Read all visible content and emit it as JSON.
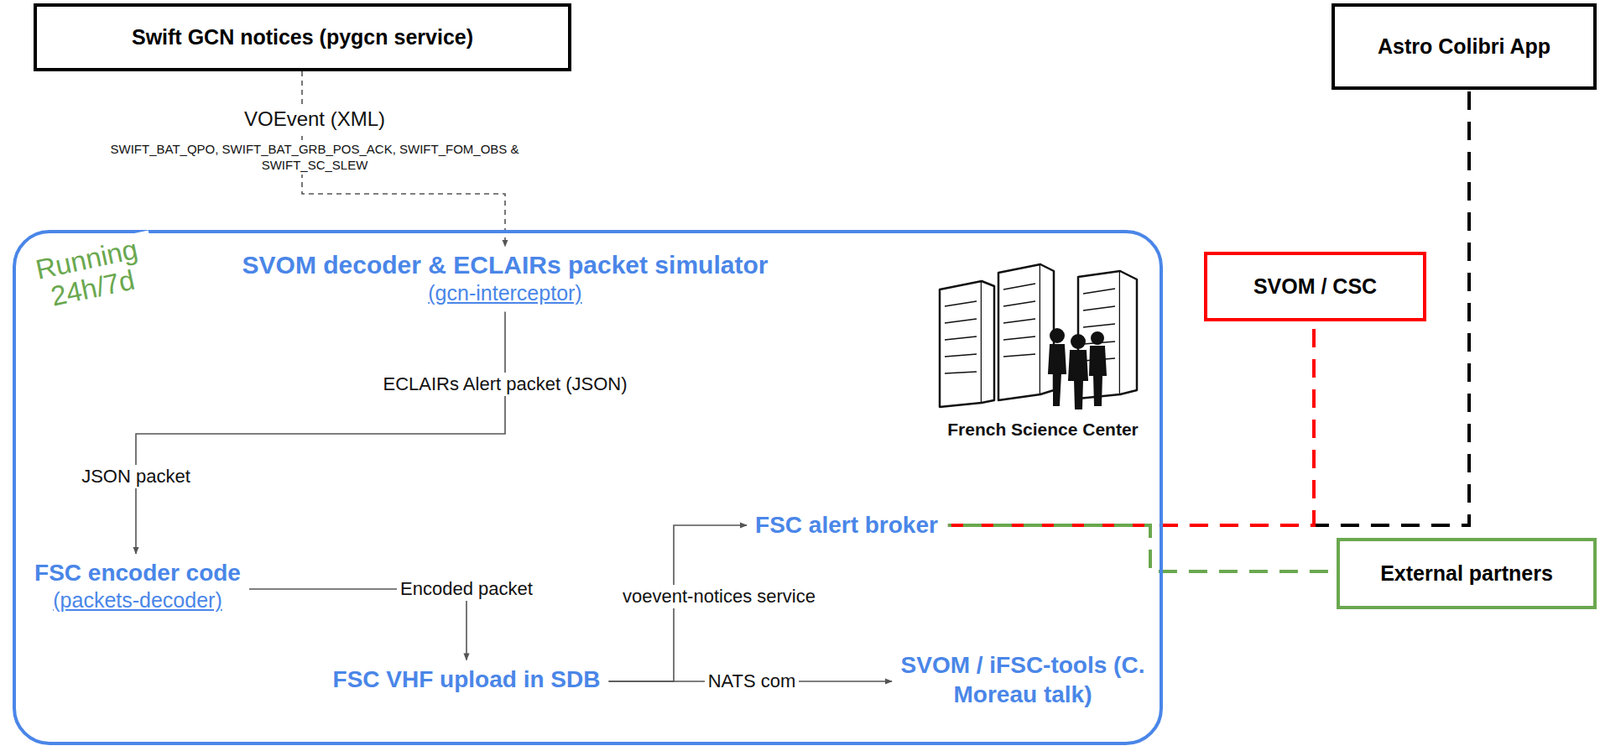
{
  "diagram": {
    "nodes": [
      {
        "text": [
          "Swift GCN notices (pygcn service)"
        ]
      },
      {
        "text": [
          "Astro Colibri App"
        ]
      },
      {
        "text": [
          "Running 24h/7d"
        ]
      },
      {
        "text": [
          "SVOM decoder & ECLAIRs packet simulator",
          "(gcn-interceptor)"
        ],
        "in": 2
      },
      {
        "text": [
          "FSC encoder code",
          "(packets-decoder)"
        ],
        "in": 2
      },
      {
        "text": [
          "FSC VHF upload in SDB"
        ],
        "in": 2
      },
      {
        "text": [
          "FSC alert broker"
        ],
        "in": 2
      },
      {
        "text": [
          "SVOM / iFSC-tools (C. Moreau talk)"
        ],
        "in": 2
      },
      {
        "text": [
          "SVOM / CSC"
        ]
      },
      {
        "text": [
          "External partners"
        ]
      }
    ],
    "edges": [
      {
        "from": 0,
        "to": 3,
        "label": "VOEvent (XML)",
        "arrow": "to"
      },
      {
        "from": 3,
        "to": 4,
        "label": "ECLAIRs Alert packet (JSON)",
        "arrow": "to"
      },
      {
        "from": 4,
        "to": 5,
        "label": "Encoded packet",
        "arrow": "to"
      },
      {
        "from": 5,
        "to": 6,
        "label": "voevent-notices service",
        "arrow": "to"
      },
      {
        "from": 5,
        "to": 7,
        "label": "NATS com",
        "arrow": "to"
      },
      {
        "from": 6,
        "to": 8,
        "arrow": "none"
      },
      {
        "from": 6,
        "to": 1,
        "arrow": "none"
      },
      {
        "from": 6,
        "to": 9,
        "arrow": "none"
      }
    ],
    "labels": [
      "SWIFT_BAT_QPO, SWIFT_BAT_GRB_POS_ACK, SWIFT_FOM_OBS & SWIFT_SC_SLEW",
      "JSON packet",
      "French Science Center"
    ]
  }
}
